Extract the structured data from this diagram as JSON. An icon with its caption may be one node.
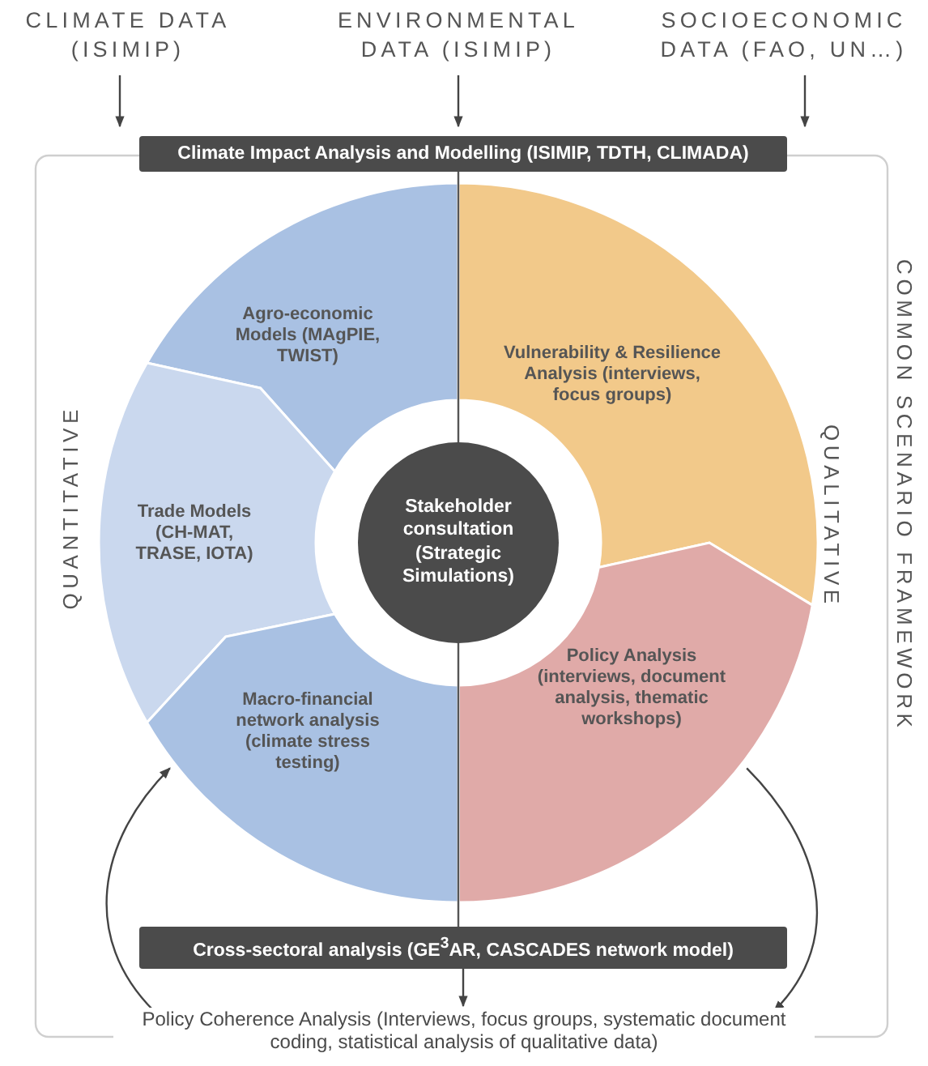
{
  "diagram": {
    "nodes": [
      {
        "text": [
          "CLIMATE DATA (ISIMIP)"
        ]
      },
      {
        "text": [
          "ENVIRONMENTAL DATA (ISIMIP)"
        ]
      },
      {
        "text": [
          "SOCIOECONOMIC DATA (FAO, UN…)"
        ]
      },
      {
        "text": [
          "Climate Impact Analysis and Modelling (ISIMIP, TDTH, CLIMADA)"
        ]
      },
      {
        "text": [
          "Agro-economic Models (MAgPIE, TWIST)"
        ]
      },
      {
        "text": [
          "Vulnerability & Resilience Analysis (interviews, focus groups)"
        ]
      },
      {
        "text": [
          "Trade Models (CH-MAT, TRASE, IOTA)"
        ]
      },
      {
        "text": [
          "Stakeholder consultation (Strategic Simulations)"
        ]
      },
      {
        "text": [
          "Policy Analysis (interviews, document analysis, thematic workshops)"
        ]
      },
      {
        "text": [
          "Macro-financial network analysis (climate stress testing)"
        ]
      },
      {
        "text": [
          "Cross-sectoral analysis (GE$^{3}$AR, CASCADES network model)"
        ]
      },
      {
        "text": [
          "Policy Coherence Analysis (Interviews, focus groups, systematic document coding, statistical analysis of qualitative data)"
        ]
      }
    ],
    "edges": [
      {
        "from": 0,
        "to": 3,
        "arrow": "to"
      },
      {
        "from": 1,
        "to": 3,
        "arrow": "to"
      },
      {
        "from": 2,
        "to": 3,
        "arrow": "to"
      },
      {
        "from": 10,
        "to": 11,
        "arrow": "to"
      },
      {
        "from": 11,
        "to": 9,
        "arrow": "to"
      },
      {
        "from": 8,
        "to": 11,
        "arrow": "to"
      }
    ],
    "labels": [
      "QUANTITATIVE",
      "QUALITATIVE",
      "COMMON SCENARIO FRAMEWORK"
    ]
  }
}
